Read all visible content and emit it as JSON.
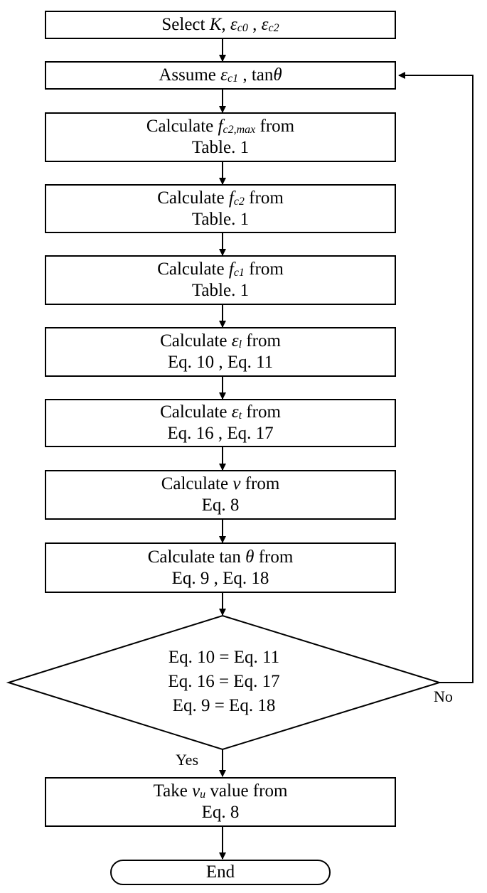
{
  "steps": {
    "select": {
      "prefix": "Select ",
      "k": "K",
      "sep1": ", ",
      "eps0": "ε",
      "eps0_sub": "c0",
      "sep2": " , ",
      "eps2": "ε",
      "eps2_sub": "c2"
    },
    "assume": {
      "prefix": "Assume ",
      "eps": "ε",
      "eps_sub": "c1",
      "sep": " , tan",
      "theta": "θ"
    },
    "fc2max": {
      "prefix": "Calculate ",
      "f": "f",
      "f_sub": "c2,max",
      "suffix": "  from",
      "line2": "Table. 1"
    },
    "fc2": {
      "prefix": "Calculate ",
      "f": "f",
      "f_sub": "c2",
      "suffix": "  from",
      "line2": "Table. 1"
    },
    "fc1": {
      "prefix": "Calculate  ",
      "f": "f",
      "f_sub": "c1",
      "suffix": "  from",
      "line2": "Table. 1"
    },
    "epsl": {
      "prefix": "Calculate ",
      "eps": "ε",
      "eps_sub": "l",
      "suffix": "  from",
      "line2": "Eq. 10 , Eq. 11"
    },
    "epst": {
      "prefix": "Calculate ",
      "eps": "ε",
      "eps_sub": "t",
      "suffix": "  from",
      "line2": "Eq. 16 , Eq. 17"
    },
    "v": {
      "prefix": "Calculate  ",
      "v": "v",
      "suffix": "  from",
      "line2": "Eq. 8"
    },
    "tan": {
      "prefix": "Calculate  tan ",
      "theta": "θ",
      "suffix": "  from",
      "line2": "Eq. 9 , Eq. 18"
    },
    "vu": {
      "prefix": "Take  ",
      "v": "v",
      "v_sub": "u",
      "suffix": " value from",
      "line2": "Eq. 8"
    },
    "end": {
      "label": "End"
    }
  },
  "decision": {
    "lines": [
      "Eq. 10 = Eq. 11",
      "Eq. 16 = Eq. 17",
      "Eq. 9  = Eq. 18"
    ],
    "yes_label": "Yes",
    "no_label": "No"
  }
}
